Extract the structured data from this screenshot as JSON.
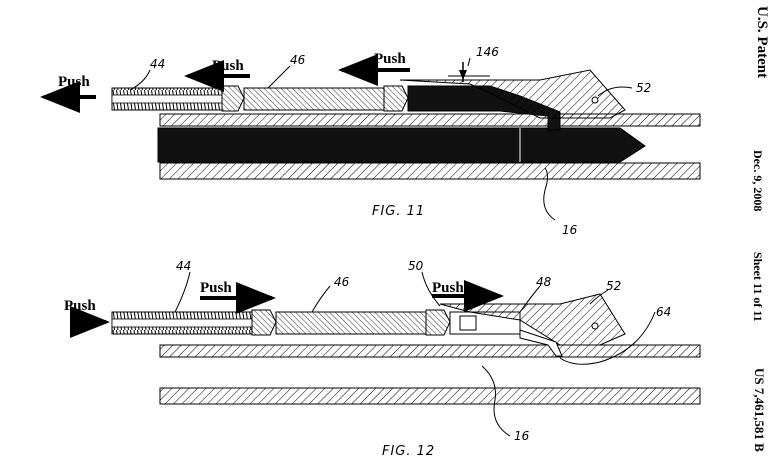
{
  "header": {
    "publisher": "U.S. Patent",
    "date": "Dec. 9, 2008",
    "sheet": "Sheet 11 of 11",
    "patent_number": "US 7,461,581 B"
  },
  "fig11": {
    "caption": "FIG. 11",
    "push_labels": [
      "Push",
      "Push",
      "Push"
    ],
    "refs": {
      "r44": "44",
      "r46": "46",
      "r146": "146",
      "r52": "52",
      "r16": "16"
    }
  },
  "fig12": {
    "caption": "FIG. 12",
    "push_labels": [
      "Push",
      "Push",
      "Push"
    ],
    "refs": {
      "r44": "44",
      "r46": "46",
      "r50": "50",
      "r48": "48",
      "r52": "52",
      "r64": "64",
      "r16": "16"
    }
  }
}
